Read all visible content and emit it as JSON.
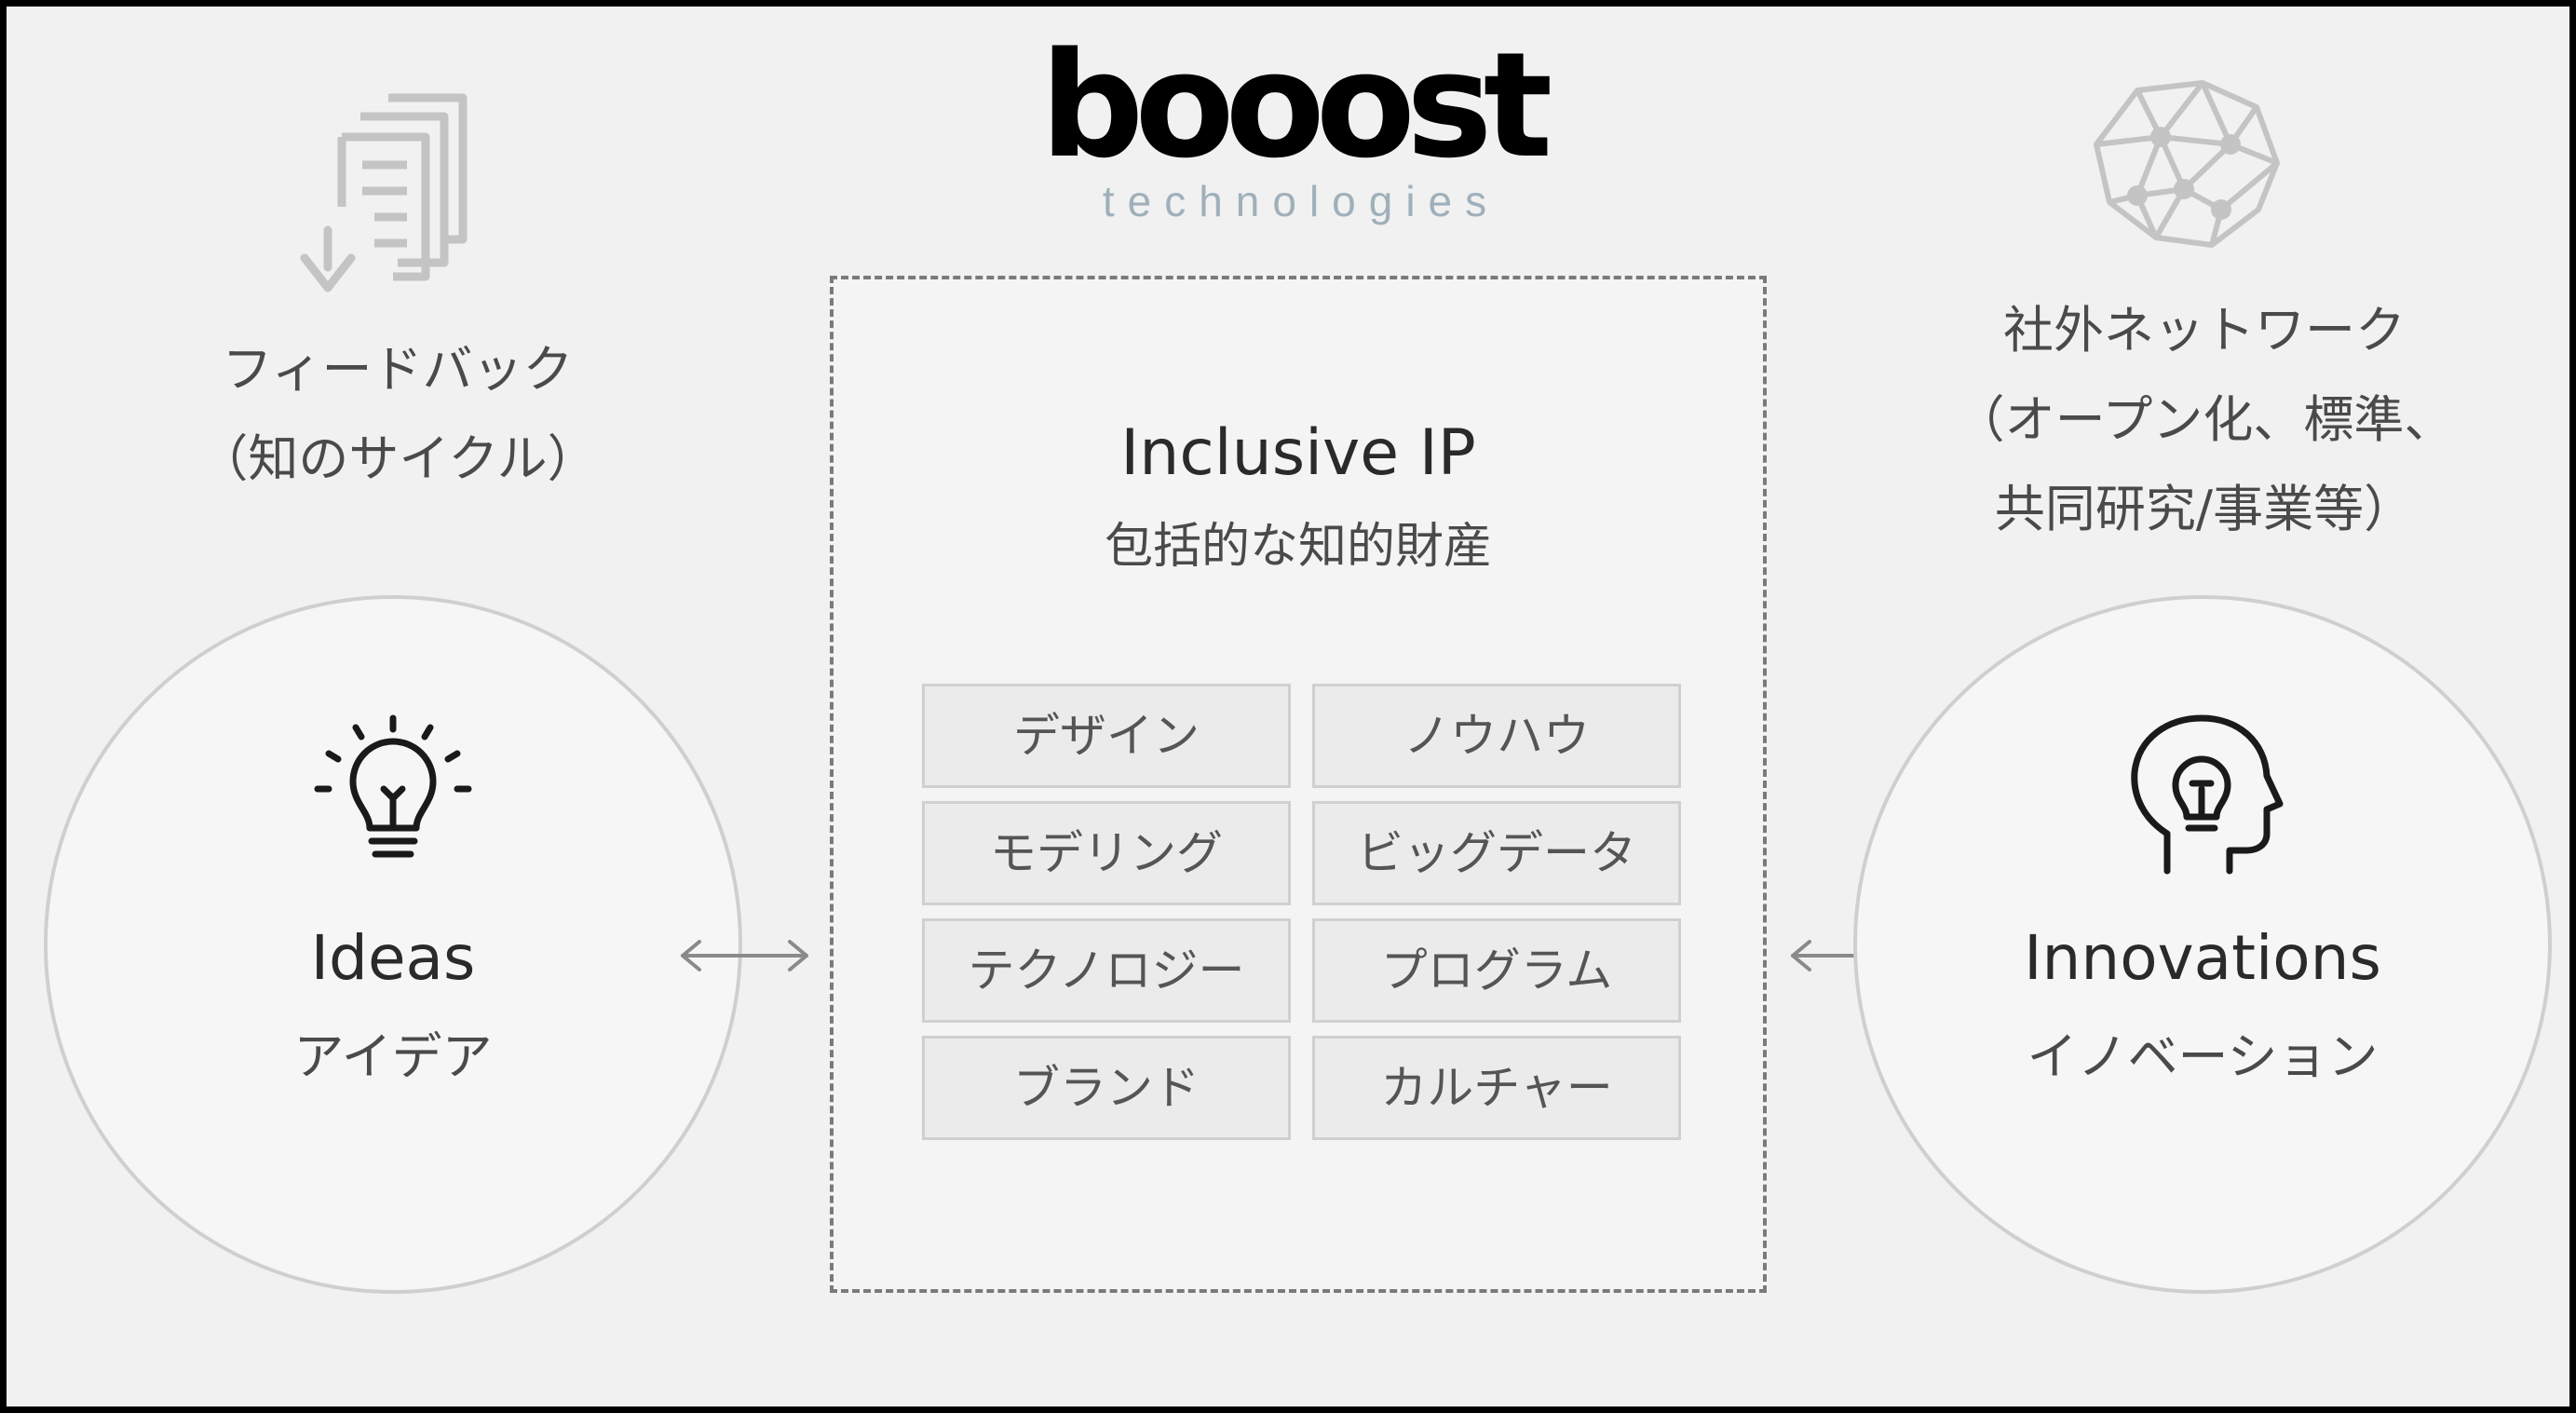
{
  "logo": {
    "word": "booost",
    "sub": "technologies"
  },
  "center": {
    "title": "Inclusive IP",
    "subtitle": "包括的な知的財産",
    "items": [
      "デザイン",
      "ノウハウ",
      "モデリング",
      "ビッグデータ",
      "テクノロジー",
      "プログラム",
      "ブランド",
      "カルチャー"
    ]
  },
  "left": {
    "caption_line1": "フィードバック",
    "caption_line2": "（知のサイクル）",
    "circle_title": "Ideas",
    "circle_sub": "アイデア"
  },
  "right": {
    "caption_line1": "社外ネットワーク",
    "caption_line2": "（オープン化、標準、",
    "caption_line3": "共同研究/事業等）",
    "circle_title": "Innovations",
    "circle_sub": "イノベーション"
  },
  "icons": [
    "document-download-icon",
    "lightbulb-icon",
    "network-brain-icon",
    "head-lightbulb-icon",
    "double-arrow-icon"
  ]
}
